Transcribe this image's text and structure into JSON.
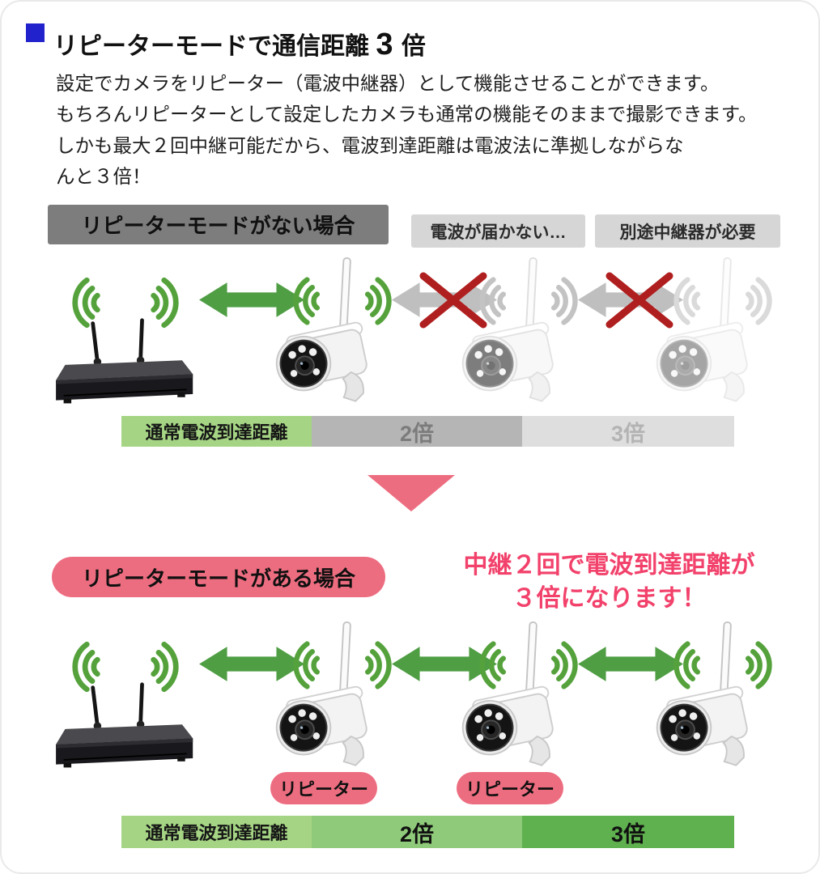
{
  "header": {
    "title_prefix": "リピーターモードで通信距離 ",
    "title_number": "3",
    "title_suffix": " 倍"
  },
  "intro": {
    "lines": [
      "設定でカメラをリピーター（電波中継器）として機能させることができます。",
      "もちろんリピーターとして設定したカメラも通常の機能そのままで撮影できます。",
      "しかも最大２回中継可能だから、電波到達距離は電波法に準拠しながらな",
      "んと３倍！"
    ]
  },
  "section_without": {
    "badge": "リピーターモードがない場合",
    "note_no_signal": "電波が届かない…",
    "note_need_repeater": "別途中継器が必要",
    "bar": {
      "normal": "通常電波到達距離",
      "x2": "2倍",
      "x3": "3倍"
    }
  },
  "section_with": {
    "badge": "リピーターモードがある場合",
    "highlight_line1": "中継２回で電波到達距離が",
    "highlight_line2": "３倍になります！",
    "repeater_labels": [
      "リピーター",
      "リピーター"
    ],
    "bar": {
      "normal": "通常電波到達距離",
      "x2": "2倍",
      "x3": "3倍"
    }
  },
  "colors": {
    "accent_blue": "#2222cc",
    "green": "#55a23c",
    "arrow_green": "#4f9e44",
    "red_x": "#b01f1f",
    "pink": "#ed6d80",
    "pink_text": "#f2416b",
    "badge_gray": "#7d7d7d",
    "note_gray": "#d6d6d6",
    "bar_green_light": "#a5d584",
    "bar_green_mid": "#8fca7a",
    "bar_green_dark": "#5fb04e",
    "bar_gray": "#b5b5b5",
    "bar_gray_light": "#dedede"
  }
}
